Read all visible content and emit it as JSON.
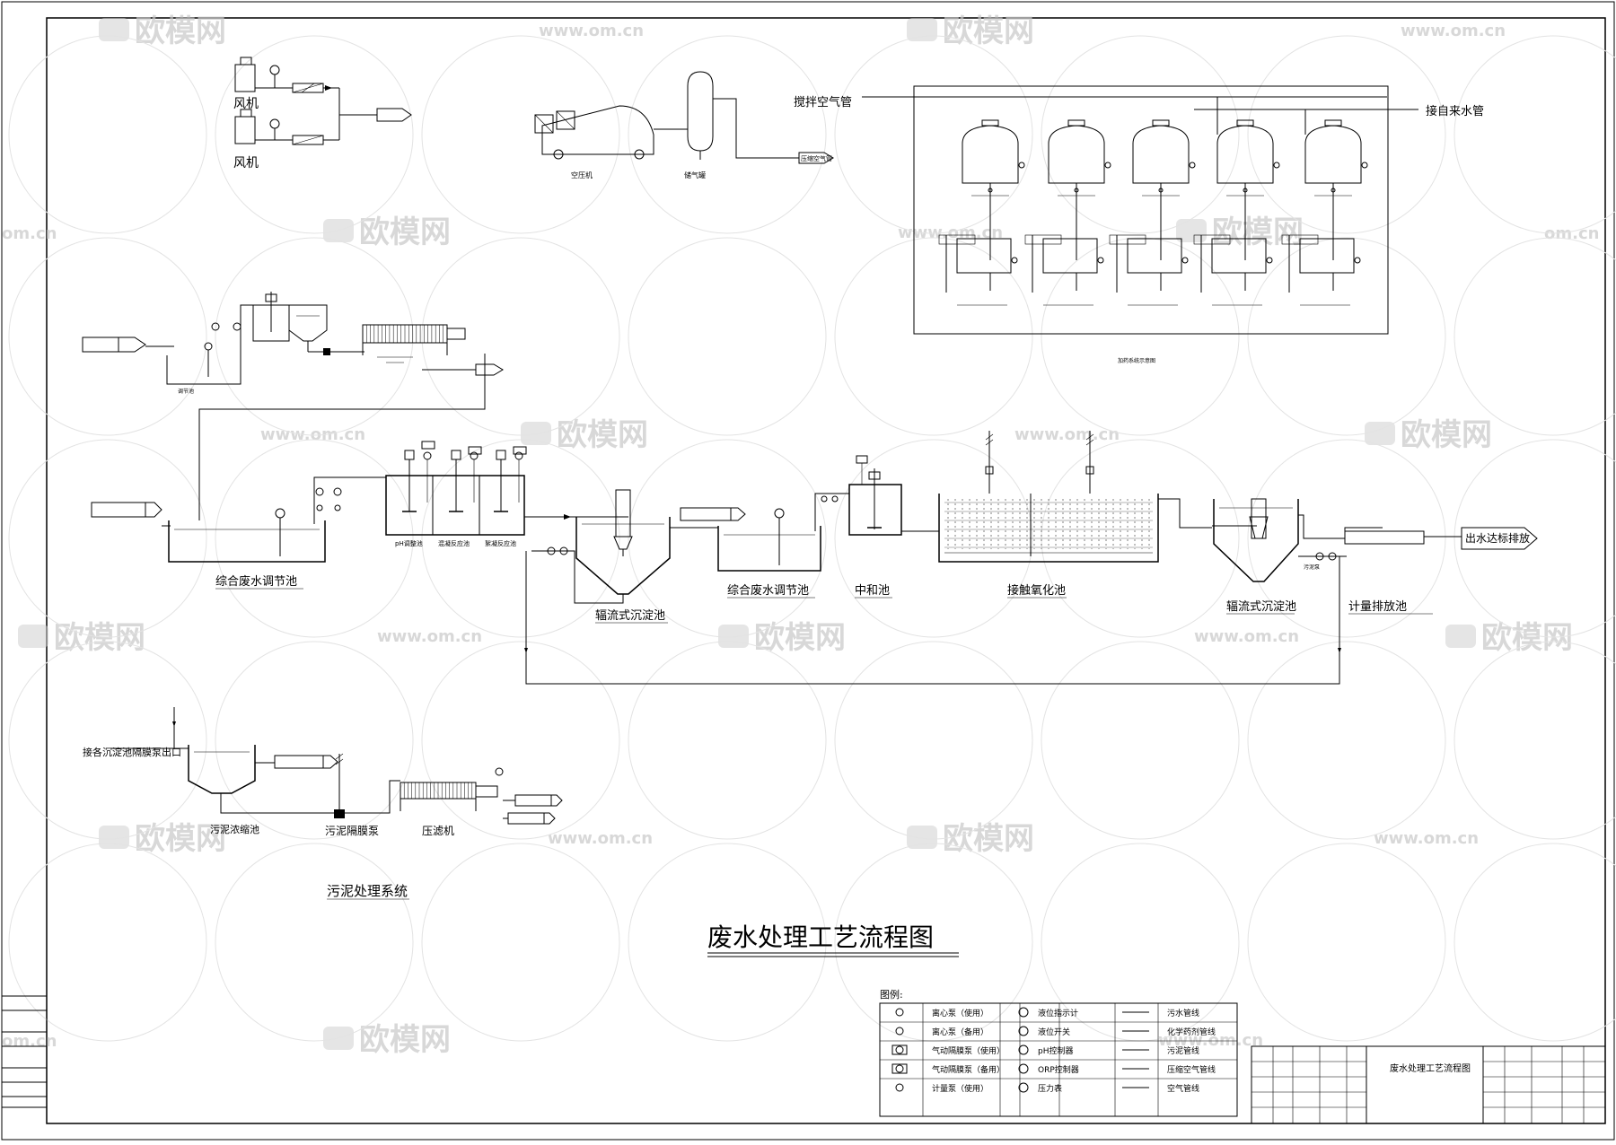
{
  "title": "废水处理工艺流程图",
  "watermark": {
    "brand": "欧模网",
    "url": "www.om.cn",
    "url_short": "om.cn",
    "color": "#c8c8c8"
  },
  "blowers": {
    "label1": "风机",
    "label2": "风机"
  },
  "compressor": {
    "air_label": "压缩空气管",
    "top_label": "搅拌空气管"
  },
  "dosing": {
    "water_label": "接自来水管"
  },
  "labels": {
    "pool_equalization": "综合废水调节池",
    "sed1": "辐流式沉淀池",
    "pool_equalization2": "综合废水调节池",
    "neutral": "中和池",
    "contact_ox": "接触氧化池",
    "sed2": "辐流式沉淀池",
    "metering": "计量排放池",
    "outlet": "出水达标排放",
    "sludge_inlet": "接各沉淀池隔膜泵出口",
    "sludge_pump": "污泥隔膜泵",
    "filter_press": "压滤机",
    "sludge_system": "污泥处理系统"
  },
  "legend": {
    "heading": "图例:",
    "rows": [
      {
        "pump": "离心泵（使用）",
        "meter": "液位指示计",
        "pipe": "污水管线"
      },
      {
        "pump": "离心泵（备用）",
        "meter": "液位开关",
        "pipe": "化学药剂管线"
      },
      {
        "pump": "气动隔膜泵（使用）",
        "meter": "pH控制器",
        "pipe": "污泥管线"
      },
      {
        "pump": "气动隔膜泵（备用）",
        "meter": "ORP控制器",
        "pipe": "压缩空气管线"
      },
      {
        "pump": "计量泵（使用）",
        "meter": "压力表",
        "pipe": "空气管线"
      }
    ]
  },
  "titleblock": {
    "drawing_name": "废水处理工艺流程图"
  }
}
